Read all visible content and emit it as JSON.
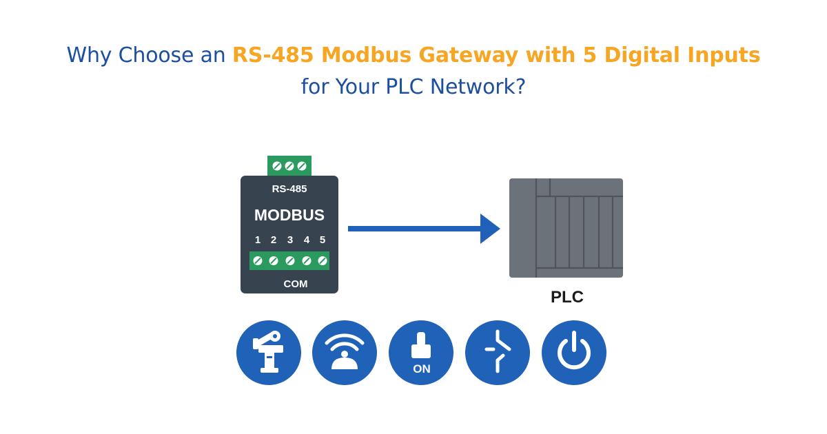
{
  "title": {
    "line1_plain": "Why Choose an ",
    "line1_accent": "RS-485 Modbus Gateway with 5 Digital Inputs",
    "line2": "for Your PLC Network?"
  },
  "gateway": {
    "port_label": "RS-485",
    "name": "MODBUS",
    "inputs": [
      "1",
      "2",
      "3",
      "4",
      "5"
    ],
    "common_label": "COM"
  },
  "plc": {
    "label": "PLC"
  },
  "input_devices": [
    {
      "icon": "limit-switch-icon"
    },
    {
      "icon": "proximity-sensor-icon"
    },
    {
      "icon": "toggle-switch-on-icon",
      "label": "ON"
    },
    {
      "icon": "contact-switch-icon"
    },
    {
      "icon": "power-button-icon"
    }
  ],
  "colors": {
    "title_blue": "#1c4fa0",
    "title_orange": "#f7a623",
    "device_body": "#37434f",
    "terminal_green": "#2a9a5e",
    "arrow_blue": "#2160b8",
    "plc_gray": "#6c7279",
    "icon_circle": "#1f62b8"
  }
}
